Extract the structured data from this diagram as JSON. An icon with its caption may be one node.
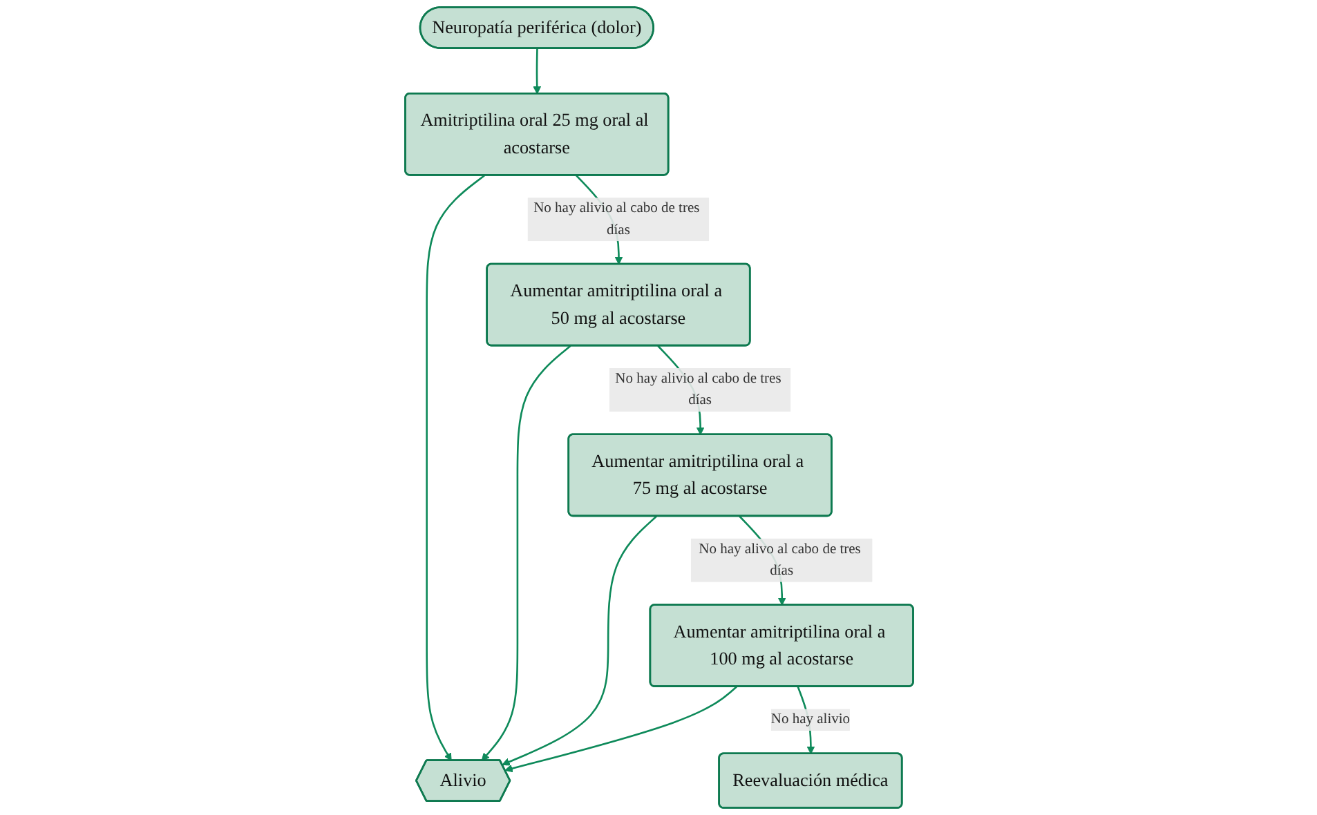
{
  "diagram": {
    "nodes": [
      {
        "text": [
          "Neuropatía periférica (dolor)"
        ]
      },
      {
        "text": [
          "Amitriptilina oral 25 mg oral al acostarse"
        ]
      },
      {
        "text": [
          "Aumentar amitriptilina oral a 50 mg al acostarse"
        ]
      },
      {
        "text": [
          "Aumentar amitriptilina oral a 75 mg al acostarse"
        ]
      },
      {
        "text": [
          "Aumentar amitriptilina oral a 100 mg al acostarse"
        ]
      },
      {
        "text": [
          "Alivio"
        ]
      },
      {
        "text": [
          "Reevaluación médica"
        ]
      }
    ],
    "edges": [
      {
        "from": 0,
        "to": 1,
        "arrow": "to"
      },
      {
        "from": 1,
        "to": 5,
        "arrow": "to"
      },
      {
        "from": 1,
        "to": 2,
        "arrow": "to",
        "label": "No hay alivio al cabo de tres días"
      },
      {
        "from": 2,
        "to": 5,
        "arrow": "to"
      },
      {
        "from": 2,
        "to": 3,
        "arrow": "to",
        "label": "No hay alivio al cabo de tres días"
      },
      {
        "from": 3,
        "to": 5,
        "arrow": "to"
      },
      {
        "from": 3,
        "to": 4,
        "arrow": "to",
        "label": "No hay alivo al cabo de tres días"
      },
      {
        "from": 4,
        "to": 5,
        "arrow": "to"
      },
      {
        "from": 4,
        "to": 6,
        "arrow": "to",
        "label": "No hay alivio"
      }
    ]
  }
}
